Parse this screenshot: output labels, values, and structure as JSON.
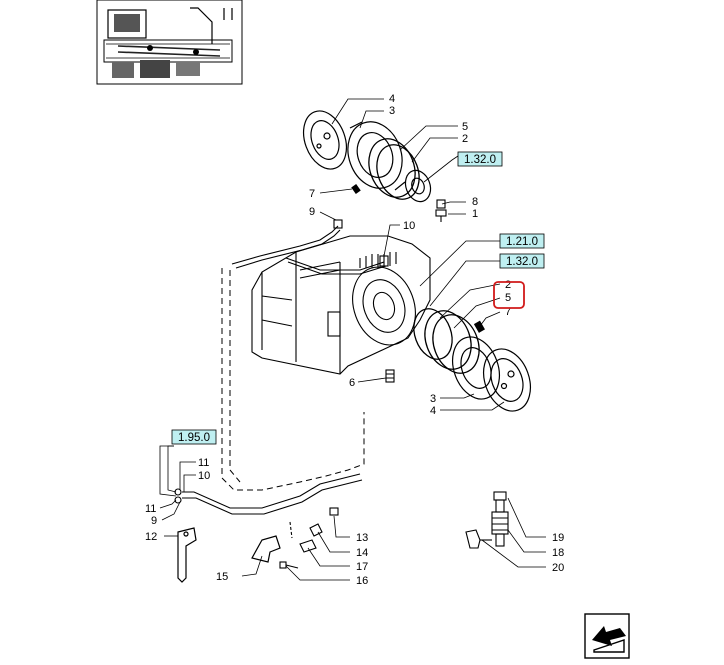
{
  "callouts": {
    "c4a": "4",
    "c3a": "3",
    "c5a": "5",
    "c2a": "2",
    "c7a": "7",
    "c8": "8",
    "c1": "1",
    "c9a": "9",
    "c10a": "10",
    "c2b": "2",
    "c5b": "5",
    "c7b": "7",
    "c6": "6",
    "c3b": "3",
    "c4b": "4",
    "c11a": "11",
    "c10b": "10",
    "c11b": "11",
    "c9b": "9",
    "c12": "12",
    "c13": "13",
    "c14": "14",
    "c17": "17",
    "c16": "16",
    "c15": "15",
    "c19": "19",
    "c18": "18",
    "c20": "20"
  },
  "refs": {
    "r132a": "1.32.0",
    "r121": "1.21.0",
    "r132b": "1.32.0",
    "r195": "1.95.0"
  },
  "colors": {
    "ref_fill": "#bfeff1",
    "highlight": "#d11a1a",
    "line": "#000000"
  },
  "icons": {
    "thumbnail": "tractor-location-thumbnail",
    "nav": "next-page-arrow-icon"
  }
}
